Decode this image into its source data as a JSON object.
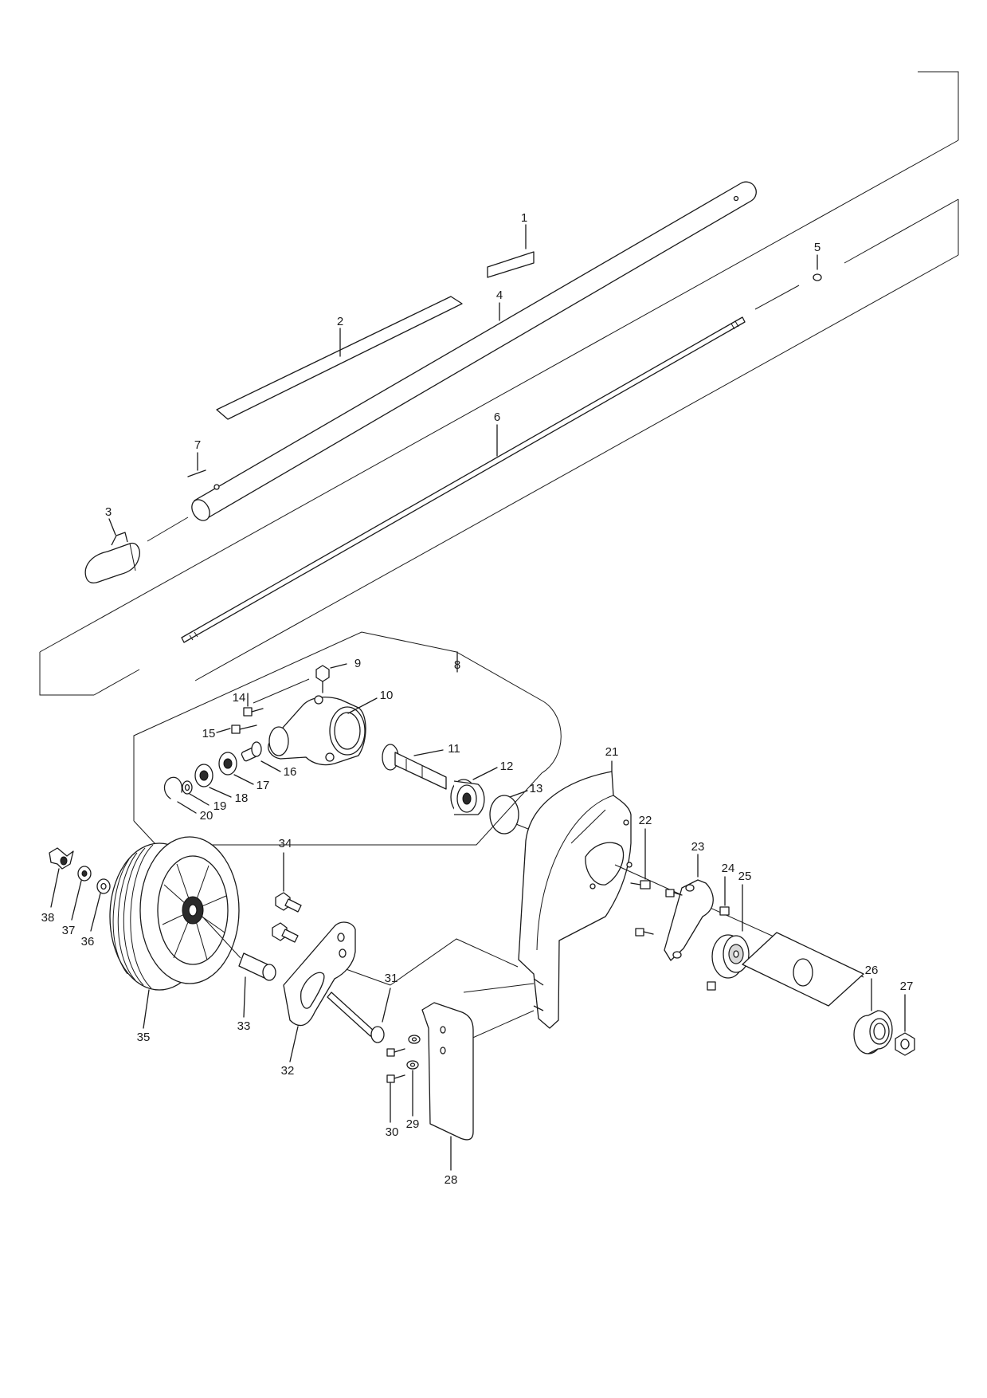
{
  "labels": {
    "p1": "1",
    "p2": "2",
    "p3": "3",
    "p4": "4",
    "p5": "5",
    "p6": "6",
    "p7": "7",
    "p8": "8",
    "p9": "9",
    "p10": "10",
    "p11": "11",
    "p12": "12",
    "p13": "13",
    "p14": "14",
    "p15": "15",
    "p16": "16",
    "p17": "17",
    "p18": "18",
    "p19": "19",
    "p20": "20",
    "p21": "21",
    "p22": "22",
    "p23": "23",
    "p24": "24",
    "p25": "25",
    "p26": "26",
    "p27": "27",
    "p28": "28",
    "p29": "29",
    "p30": "30",
    "p31": "31",
    "p32": "32",
    "p33": "33",
    "p34": "34",
    "p35": "35",
    "p36": "36",
    "p37": "37",
    "p38": "38"
  }
}
